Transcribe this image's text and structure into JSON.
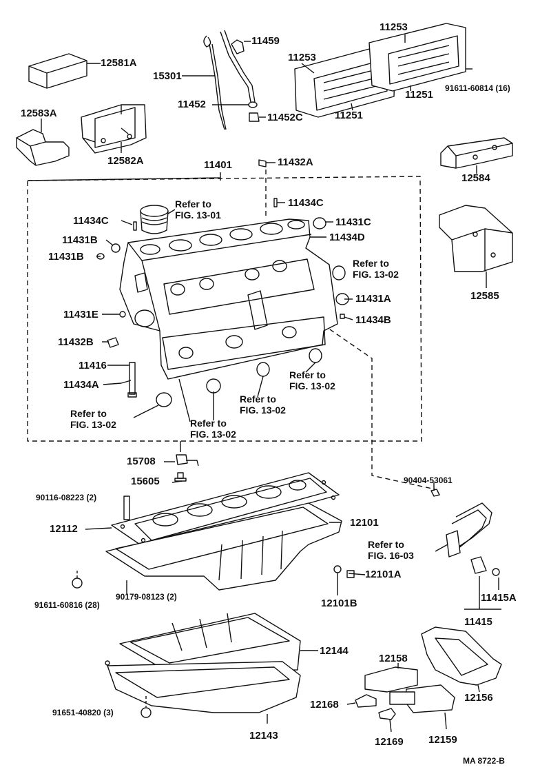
{
  "parts": {
    "p12581A": "12581A",
    "p12583A": "12583A",
    "p12582A": "12582A",
    "p15301": "15301",
    "p11459": "11459",
    "p11452": "11452",
    "p11452C": "11452C",
    "p11253a": "11253",
    "p11253b": "11253",
    "p11251a": "11251",
    "p11251b": "11251",
    "p91611_60814": "91611-60814 (16)",
    "p12584": "12584",
    "p12585": "12585",
    "p11401": "11401",
    "p11432A": "11432A",
    "p11434C_top": "11434C",
    "p11434C_left": "11434C",
    "p11431C": "11431C",
    "p11434D": "11434D",
    "p11431B_a": "11431B",
    "p11431B_b": "11431B",
    "p11431A": "11431A",
    "p11434B": "11434B",
    "p11431E": "11431E",
    "p11432B": "11432B",
    "p11416": "11416",
    "p11434A": "11434A",
    "p15708": "15708",
    "p15605": "15605",
    "p90116_08223": "90116-08223 (2)",
    "p12112": "12112",
    "p12101": "12101",
    "p91611_60816": "91611-60816 (28)",
    "p90179_08123": "90179-08123 (2)",
    "p12101A": "12101A",
    "p12101B": "12101B",
    "p90404_53061": "90404-53061",
    "p11415A": "11415A",
    "p11415": "11415",
    "p12144": "12144",
    "p12158": "12158",
    "p12156": "12156",
    "p12168": "12168",
    "p12169": "12169",
    "p12159": "12159",
    "p12143": "12143",
    "p91651_40820": "91651-40820 (3)"
  },
  "refs": {
    "r1301": {
      "line1": "Refer to",
      "line2": "FIG. 13-01"
    },
    "r1302_right": {
      "line1": "Refer to",
      "line2": "FIG. 13-02"
    },
    "r1302_mid_right": {
      "line1": "Refer to",
      "line2": "FIG. 13-02"
    },
    "r1302_mid": {
      "line1": "Refer to",
      "line2": "FIG. 13-02"
    },
    "r1302_low": {
      "line1": "Refer to",
      "line2": "FIG. 13-02"
    },
    "r1302_left": {
      "line1": "Refer to",
      "line2": "FIG. 13-02"
    },
    "r1603": {
      "line1": "Refer to",
      "line2": "FIG. 16-03"
    }
  },
  "footer": {
    "code": "MA  8722-B"
  }
}
